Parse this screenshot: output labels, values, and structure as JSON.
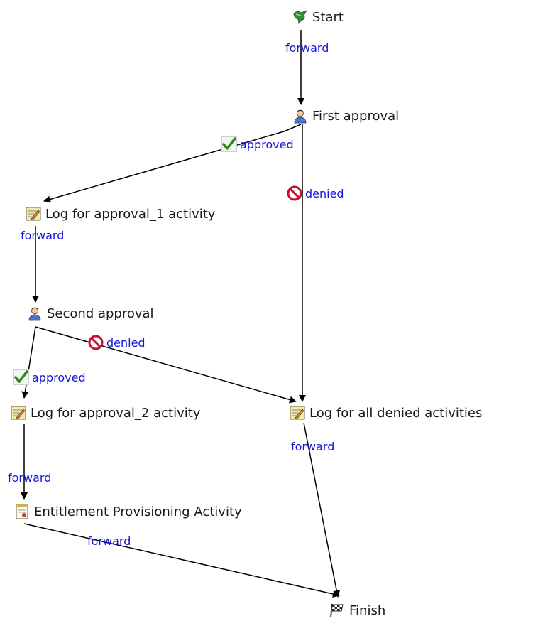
{
  "colors": {
    "transition_text": "#1515d8",
    "node_text": "#1a1a1a",
    "edge": "#000000",
    "approved_check": "#2e8b1e",
    "denied_sign": "#c8102e"
  },
  "nodes": {
    "start": {
      "label": "Start",
      "icon": "start-icon"
    },
    "first_approval": {
      "label": "First approval",
      "icon": "user-icon"
    },
    "log_approval_1": {
      "label": "Log for approval_1 activity",
      "icon": "log-icon"
    },
    "second_approval": {
      "label": "Second approval",
      "icon": "user-icon"
    },
    "log_approval_2": {
      "label": "Log for approval_2 activity",
      "icon": "log-icon"
    },
    "log_denied": {
      "label": "Log for all denied activities",
      "icon": "log-icon"
    },
    "entitlement": {
      "label": "Entitlement Provisioning Activity",
      "icon": "form-icon"
    },
    "finish": {
      "label": "Finish",
      "icon": "finish-flag-icon"
    }
  },
  "transitions": {
    "start_forward": "forward",
    "first_approved": "approved",
    "first_denied": "denied",
    "log1_forward": "forward",
    "second_denied": "denied",
    "second_approved": "approved",
    "log2_forward": "forward",
    "denied_forward": "forward",
    "entitlement_forward": "forward"
  }
}
